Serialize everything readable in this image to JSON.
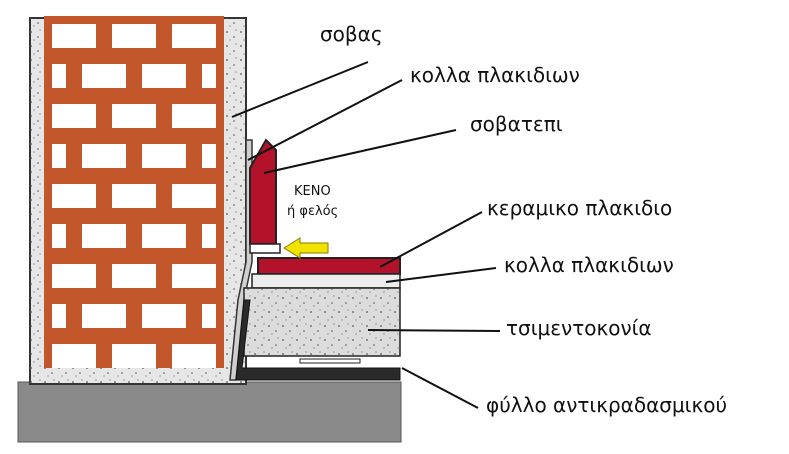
{
  "labels": {
    "render": "σοβας",
    "tile_adhesive_top": "κολλα πλακιδιων",
    "skirting": "σοβατεπι",
    "gap_line1": "ΚΕΝΟ",
    "gap_line2": "ή φελός",
    "ceramic_tile": "κεραμικο πλακιδιο",
    "tile_adhesive_bottom": "κολλα πλακιδιων",
    "screed": "τσιμεντοκονία",
    "acoustic_sheet": "φύλλο αντικραδασμικού"
  },
  "colors": {
    "brick": "#c2572b",
    "brick_mortar": "#ffffff",
    "plaster": "#e6e6e6",
    "tile": "#b3122b",
    "adhesive": "#ededed",
    "screed": "#dcdcdc",
    "slab": "#8a8a8a",
    "arrow": "#f2e200",
    "outline": "#222222"
  }
}
